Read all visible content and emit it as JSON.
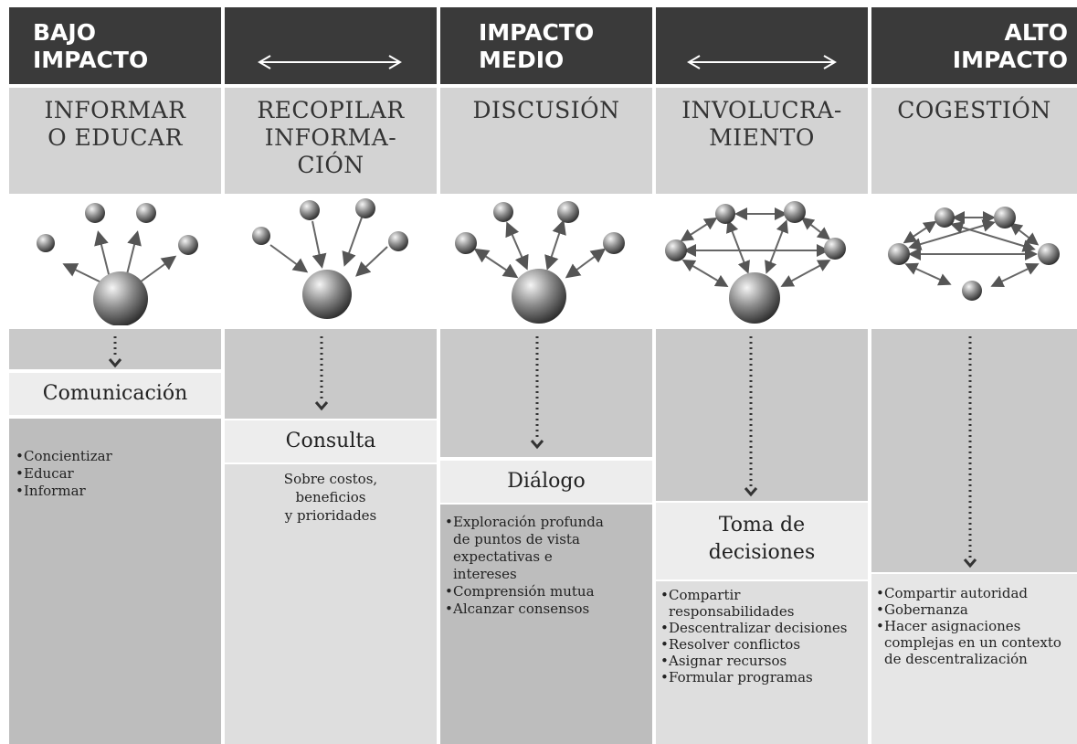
{
  "header": {
    "low_line1": "BAJO",
    "low_line2": "IMPACTO",
    "mid_line1": "IMPACTO",
    "mid_line2": "MEDIO",
    "high_line1": "ALTO",
    "high_line2": "IMPACTO"
  },
  "columns": [
    {
      "title": [
        "INFORMAR",
        "O EDUCAR"
      ],
      "label": "Comunicación",
      "items": [
        "Concientizar",
        "Educar",
        "Informar"
      ]
    },
    {
      "title": [
        "RECOPILAR",
        "INFORMA-",
        "CIÓN"
      ],
      "label": "Consulta",
      "text": [
        "Sobre costos,",
        "beneficios",
        "y prioridades"
      ]
    },
    {
      "title": [
        "DISCUSIÓN"
      ],
      "label": "Diálogo",
      "items": [
        "Exploración profunda de puntos de vista expectativas e intereses",
        "Comprensión mutua",
        "Alcanzar consensos"
      ]
    },
    {
      "title": [
        "INVOLUCRA-",
        "MIENTO"
      ],
      "label": [
        "Toma de",
        "decisiones"
      ],
      "items": [
        "Compartir responsabilidades",
        "Descentralizar decisiones",
        "Resolver conflictos",
        "Asignar recursos",
        "Formular programas"
      ]
    },
    {
      "title": [
        "COGESTIÓN"
      ],
      "items": [
        "Compartir autoridad",
        "Gobernanza",
        "Hacer asignaciones complejas en un contexto de descentralización"
      ]
    }
  ]
}
